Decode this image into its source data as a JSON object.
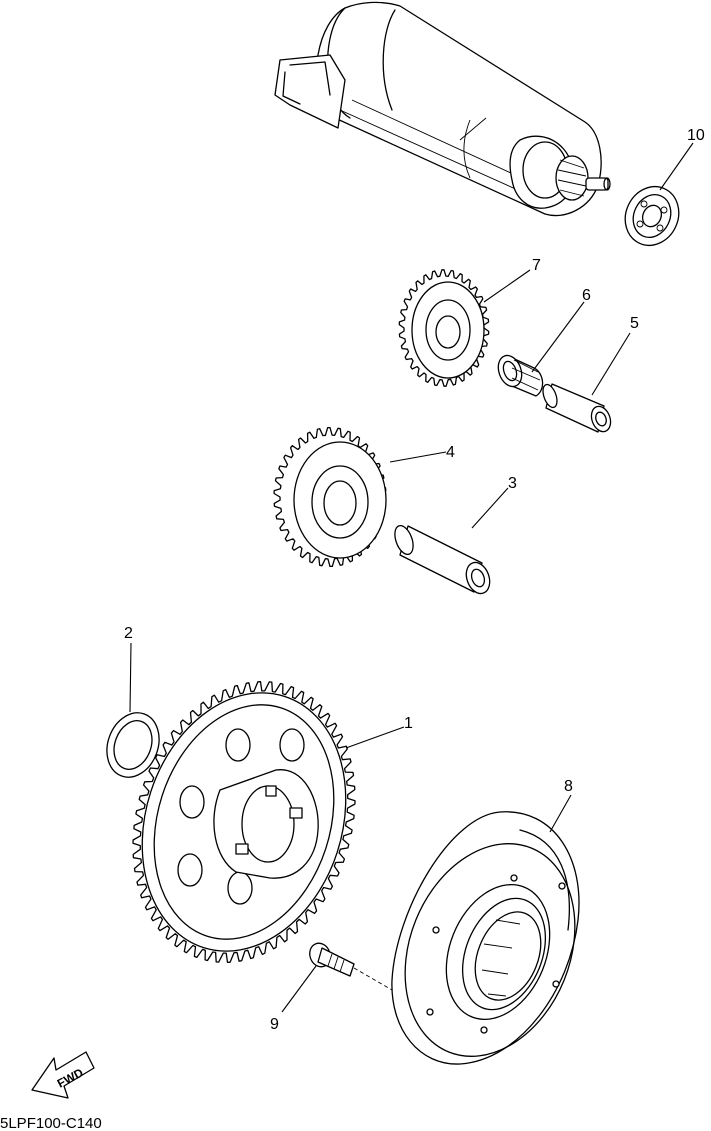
{
  "parts": [
    {
      "id": "part-1",
      "label": "1"
    },
    {
      "id": "part-2",
      "label": "2"
    },
    {
      "id": "part-3",
      "label": "3"
    },
    {
      "id": "part-4",
      "label": "4"
    },
    {
      "id": "part-5",
      "label": "5"
    },
    {
      "id": "part-6",
      "label": "6"
    },
    {
      "id": "part-7",
      "label": "7"
    },
    {
      "id": "part-8",
      "label": "8"
    },
    {
      "id": "part-9",
      "label": "9"
    },
    {
      "id": "part-10",
      "label": "10"
    }
  ],
  "direction_marker": {
    "text": "FWD",
    "icon": "fwd-arrow-icon"
  },
  "drawing_code": "5LPF100-C140"
}
